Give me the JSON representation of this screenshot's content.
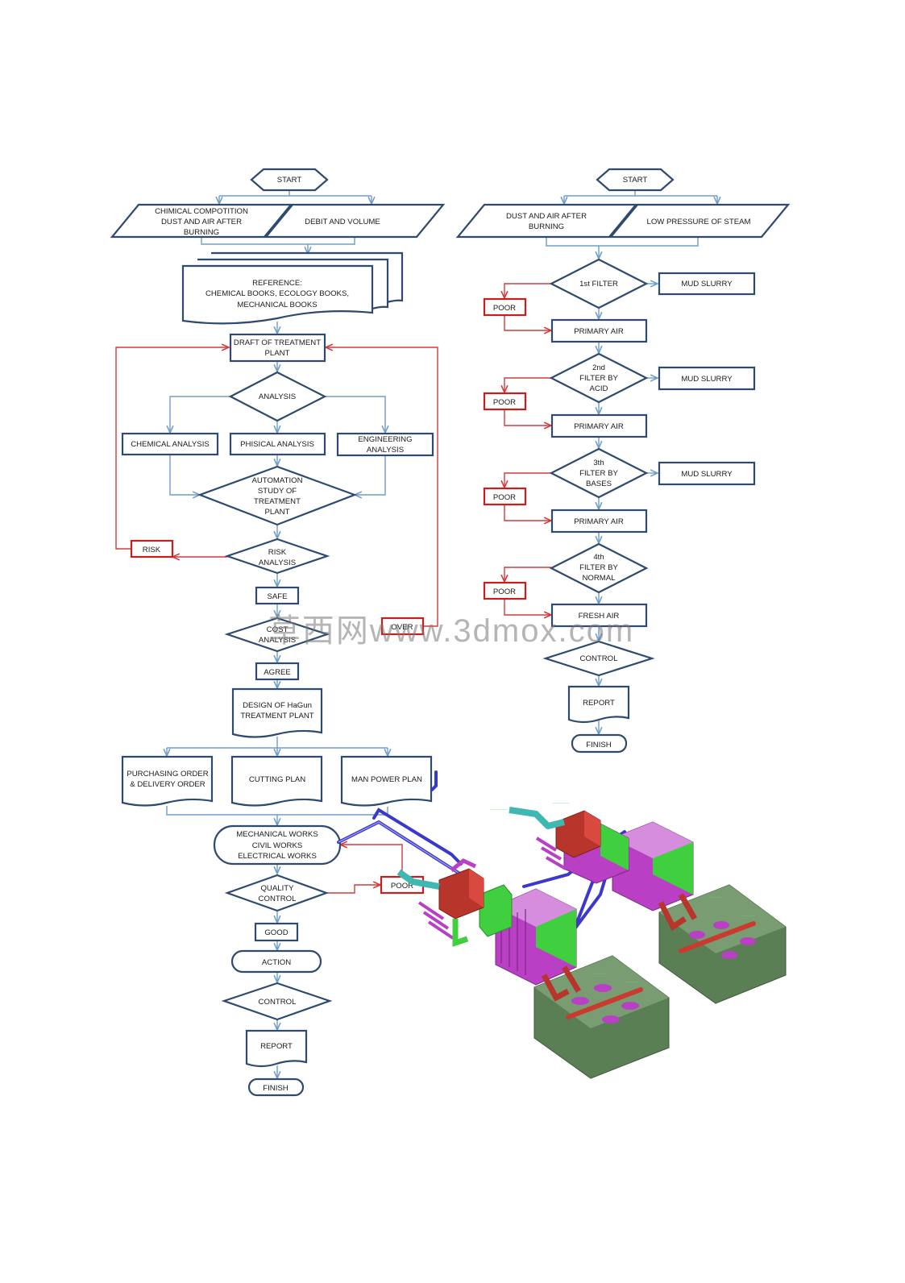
{
  "left_flow": {
    "start": "START",
    "input_chemical": [
      "CHIMICAL COMPOTITION",
      "DUST AND AIR AFTER",
      "BURNING"
    ],
    "input_debit": "DEBIT AND VOLUME",
    "reference": [
      "REFERENCE:",
      "CHEMICAL BOOKS, ECOLOGY BOOKS,",
      "MECHANICAL BOOKS"
    ],
    "draft": [
      "DRAFT OF TREATMENT",
      "PLANT"
    ],
    "analysis": "ANALYSIS",
    "chemical_analysis": "CHEMICAL ANALYSIS",
    "phisical_analysis": "PHISICAL ANALYSIS",
    "engineering_analysis": [
      "ENGINEERING",
      "ANALYSIS"
    ],
    "automation": [
      "AUTOMATION",
      "STUDY OF",
      "TREATMENT",
      "PLANT"
    ],
    "risk_analysis": [
      "RISK",
      "ANALYSIS"
    ],
    "risk": "RISK",
    "safe": "SAFE",
    "cost_analysis": [
      "COST",
      "ANALYSIS"
    ],
    "over": "OVER",
    "agree": "AGREE",
    "design": [
      "DESIGN OF HaGun",
      "TREATMENT PLANT"
    ],
    "purchasing": [
      "PURCHASING ORDER",
      "& DELIVERY ORDER"
    ],
    "cutting": "CUTTING PLAN",
    "manpower": "MAN POWER PLAN",
    "works": [
      "MECHANICAL WORKS",
      "CIVIL WORKS",
      "ELECTRICAL WORKS"
    ],
    "quality": [
      "QUALITY",
      "CONTROL"
    ],
    "poor": "POOR",
    "good": "GOOD",
    "action": "ACTION",
    "control": "CONTROL",
    "report": "REPORT",
    "finish": "FINISH"
  },
  "right_flow": {
    "start": "START",
    "input_dust": [
      "DUST AND AIR AFTER",
      "BURNING"
    ],
    "input_steam": "LOW PRESSURE OF STEAM",
    "filter1": [
      "1st FILTER"
    ],
    "filter2": [
      "2nd",
      "FILTER BY",
      "ACID"
    ],
    "filter3": [
      "3th",
      "FILTER BY",
      "BASES"
    ],
    "filter4": [
      "4th",
      "FILTER BY",
      "NORMAL"
    ],
    "mud_slurry": "MUD SLURRY",
    "poor": "POOR",
    "primary_air": "PRIMARY AIR",
    "fresh_air": "FRESH AIR",
    "control": "CONTROL",
    "report": "REPORT",
    "finish": "FINISH"
  },
  "watermark": "草西网www.3dmox.com",
  "colors": {
    "shape_stroke": "#2e4a6e",
    "flow_line": "#6f9dc8",
    "reject_red": "#c81e1e",
    "equipment_magenta": "#b93fc4",
    "equipment_green": "#3fcf3f",
    "equipment_red": "#b8352c",
    "equipment_base": "#5b7f55",
    "pipe_blue": "#3b39c9"
  }
}
